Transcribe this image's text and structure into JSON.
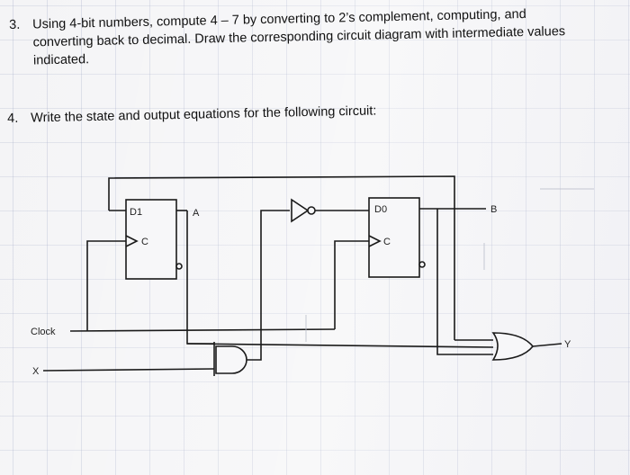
{
  "question3": {
    "number": "3.",
    "line1": "Using 4-bit numbers, compute 4 – 7 by converting to 2’s complement, computing, and",
    "line2": "converting back to decimal. Draw the corresponding circuit diagram with intermediate values",
    "line3": "indicated."
  },
  "question4": {
    "number": "4.",
    "text": "Write the state and output equations for the following circuit:"
  },
  "circuit": {
    "ff1_label": "D1",
    "ff1_clock": "C",
    "ff1_output": "A",
    "ff0_label": "D0",
    "ff0_clock": "C",
    "ff0_output": "B",
    "clock_label": "Clock",
    "input_label": "X",
    "output_label": "Y"
  }
}
